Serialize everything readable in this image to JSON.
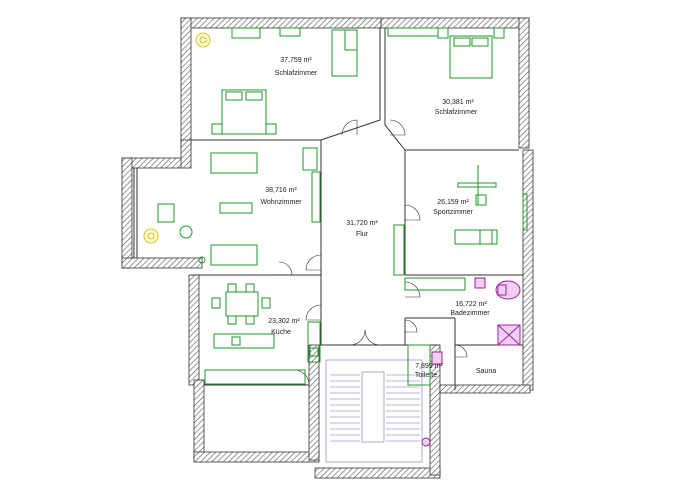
{
  "rooms": {
    "schlafzimmer1": {
      "area": "37,759 m²",
      "name": "Schlafzimmer"
    },
    "schlafzimmer2": {
      "area": "30,381 m²",
      "name": "Schlafzimmer"
    },
    "wohnzimmer": {
      "area": "38,716 m²",
      "name": "Wohnzimmer"
    },
    "flur": {
      "area": "31,720 m²",
      "name": "Flur"
    },
    "sportzimmer": {
      "area": "26,159 m²",
      "name": "Sportzimmer"
    },
    "kueche": {
      "area": "23,302 m²",
      "name": "Küche"
    },
    "badezimmer": {
      "area": "16,722 m²",
      "name": "Badezimmer"
    },
    "toilette": {
      "area": "7,899 m²",
      "name": "Toilette"
    },
    "sauna": {
      "name": "Sauna"
    }
  },
  "colors": {
    "walls": "#333333",
    "furniture": "#1f9a2a",
    "sanitary": "#a020a0",
    "stairs": "#7a6fb0",
    "lamps": "#c9b500"
  }
}
